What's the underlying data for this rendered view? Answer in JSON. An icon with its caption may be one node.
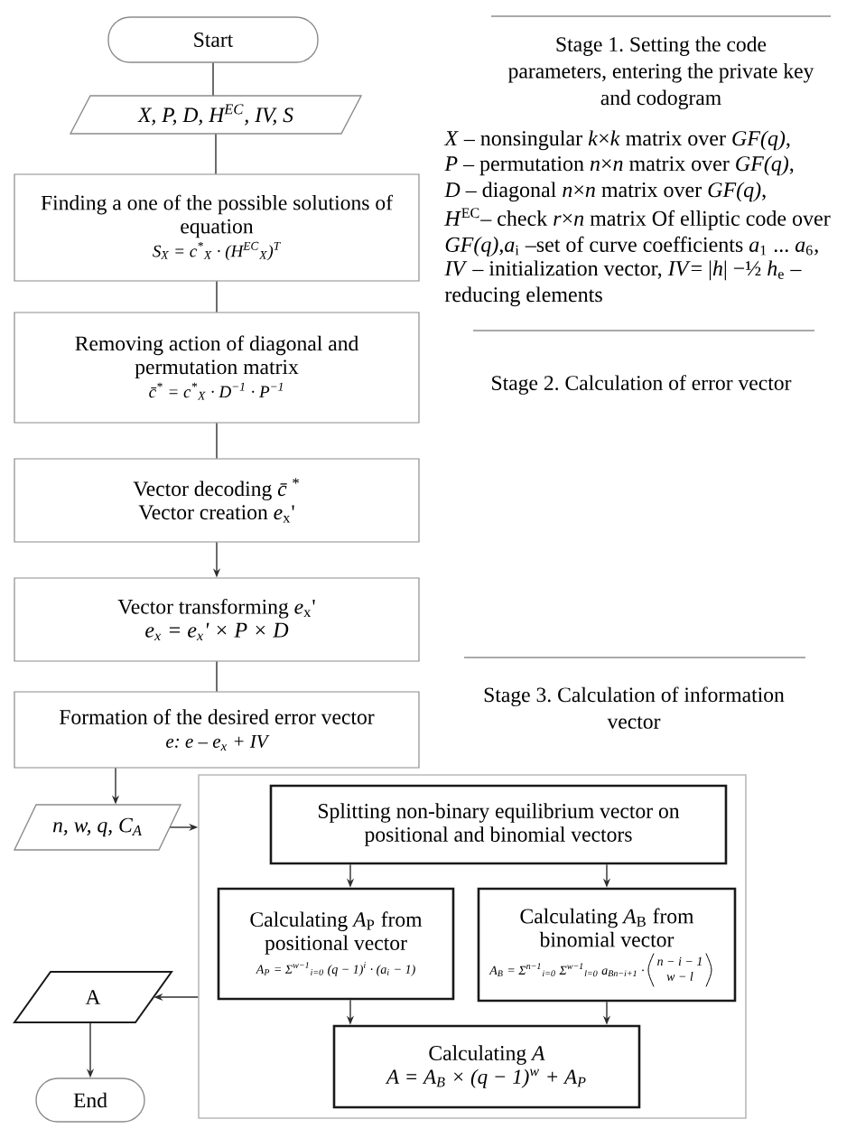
{
  "diagram": {
    "nodes": [
      {
        "text": [
          "Start"
        ]
      },
      {
        "text": [
          "X, P, D, H$^{EC}$, IV, S"
        ]
      },
      {
        "text": [
          "Finding a one of the possible solutions of equation",
          "S$_{X}$ = c$^{*}$$_{X}$ · (H$^{EC}$$_{X}$)$^{T}$"
        ]
      },
      {
        "text": [
          "Removing action of diagonal and permutation matrix",
          "c̄$^{*}$ = c$^{*}$$_{X}$ · D$^{−1}$ · P$^{−1}$"
        ]
      },
      {
        "text": [
          "Vector decoding *c̄*$^{*}$",
          "Vector creation *e*$_{x}$'"
        ]
      },
      {
        "text": [
          "Vector transforming *e*$_{x}$'",
          "e$_{x}$ = e$_{x}$' × P × D"
        ]
      },
      {
        "text": [
          "Formation of the desired error vector",
          "e: e – e$_{x}$ + IV"
        ]
      },
      {
        "text": [
          "n, w, q, C$_{A}$"
        ]
      },
      {
        "text": [],
        "shape": "box"
      },
      {
        "text": [
          "Splitting non-binary equilibrium vector on positional and binomial vectors"
        ],
        "in": 8
      },
      {
        "text": [
          "Calculating *A*$_{P}$ from positional vector",
          "A$_{P}$ = Σ$^{w−1}$$_{i=0}$ (q − 1)$^{i}$ · (a$_{i}$ − 1)"
        ],
        "in": 8
      },
      {
        "text": [
          "Calculating *A*$_{B}$ from binomial vector",
          "A$_{B}$ = Σ$^{n−1}$$_{i=0}$ Σ$^{w−1}$$_{l=0}$ a$_{Bn−i+1}$ ·",
          "n − i − 1",
          "w − l"
        ],
        "in": 8
      },
      {
        "text": [
          "Calculating *A*",
          "A = A$_{B}$ × (q − 1)$^{w}$ + A$_{P}$"
        ],
        "in": 8
      },
      {
        "text": [
          "A"
        ]
      },
      {
        "text": [
          "End"
        ]
      }
    ],
    "edges": [
      {
        "from": 0,
        "to": 1,
        "arrow": "none"
      },
      {
        "from": 1,
        "to": 2,
        "arrow": "none"
      },
      {
        "from": 2,
        "to": 3,
        "arrow": "none"
      },
      {
        "from": 3,
        "to": 4,
        "arrow": "none"
      },
      {
        "from": 4,
        "to": 5,
        "arrow": "to"
      },
      {
        "from": 5,
        "to": 6,
        "arrow": "none"
      },
      {
        "from": 6,
        "to": 7,
        "arrow": "to"
      },
      {
        "from": 7,
        "to": 8,
        "arrow": "to"
      },
      {
        "from": 9,
        "to": 10,
        "arrow": "to"
      },
      {
        "from": 9,
        "to": 11,
        "arrow": "to"
      },
      {
        "from": 10,
        "to": 12,
        "arrow": "to"
      },
      {
        "from": 11,
        "to": 12,
        "arrow": "to"
      },
      {
        "from": 8,
        "to": 13,
        "arrow": "to"
      },
      {
        "from": 13,
        "to": 14,
        "arrow": "to"
      }
    ],
    "labels": [
      "Stage 1. Setting the code parameters, entering the private key and codogram",
      "*X* – nonsingular *k*×*k* matrix over *GF(q)*,",
      "*P* – permutation *n*×*n* matrix over *GF(q)*,",
      "*D* – diagonal *n*×*n* matrix over *GF(q)*,",
      "*H*$^{EC}$– check *r*×*n* matrix Of elliptic code over *GF(q)*,*a*$_{i}$ –set of curve coefficients *a*$_{1}$ ... *a*$_{6}$,",
      "*IV* – initialization vector, *IV*= |*h*| −½ *h*$_{e}$ – reducing elements",
      "Stage 2. Calculation of error vector",
      "Stage 3. Calculation of information vector"
    ]
  }
}
